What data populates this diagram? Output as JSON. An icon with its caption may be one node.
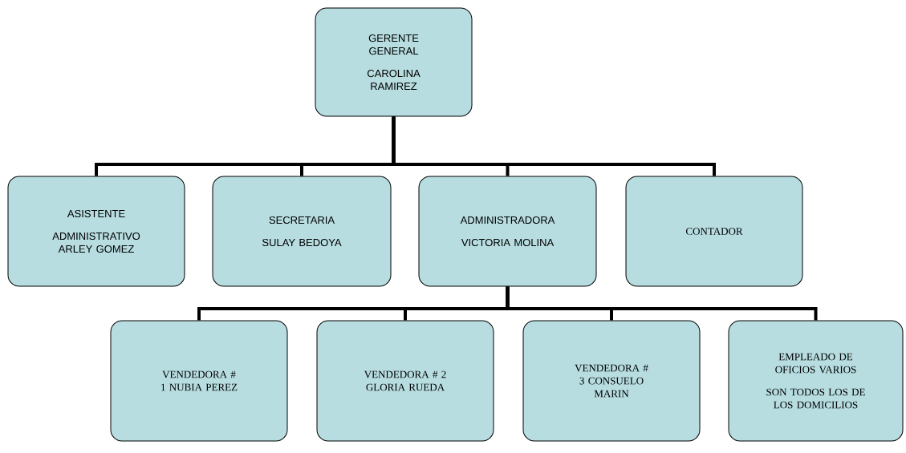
{
  "diagram": {
    "nodes": [
      {
        "text": [
          "GERENTE GENERAL",
          "CAROLINA RAMIREZ"
        ]
      },
      {
        "text": [
          "ASISTENTE",
          "ADMINISTRATIVO ARLEY GOMEZ"
        ]
      },
      {
        "text": [
          "SECRETARIA",
          "SULAY BEDOYA"
        ]
      },
      {
        "text": [
          "ADMINISTRADORA",
          "VICTORIA MOLINA"
        ]
      },
      {
        "text": [
          "CONTADOR"
        ]
      },
      {
        "text": [
          "VENDEDORA # 1 NUBIA PEREZ"
        ]
      },
      {
        "text": [
          "VENDEDORA # 2 GLORIA RUEDA"
        ]
      },
      {
        "text": [
          "VENDEDORA # 3 CONSUELO MARIN"
        ]
      },
      {
        "text": [
          "EMPLEADO DE OFICIOS VARIOS",
          "SON TODOS LOS DE LOS DOMICILIOS"
        ]
      }
    ],
    "edges": [
      {
        "from": 0,
        "to": 1,
        "arrow": "none"
      },
      {
        "from": 0,
        "to": 2,
        "arrow": "none"
      },
      {
        "from": 0,
        "to": 3,
        "arrow": "none"
      },
      {
        "from": 0,
        "to": 4,
        "arrow": "none"
      },
      {
        "from": 3,
        "to": 5,
        "arrow": "none"
      },
      {
        "from": 3,
        "to": 6,
        "arrow": "none"
      },
      {
        "from": 3,
        "to": 7,
        "arrow": "none"
      },
      {
        "from": 3,
        "to": 8,
        "arrow": "none"
      }
    ]
  }
}
